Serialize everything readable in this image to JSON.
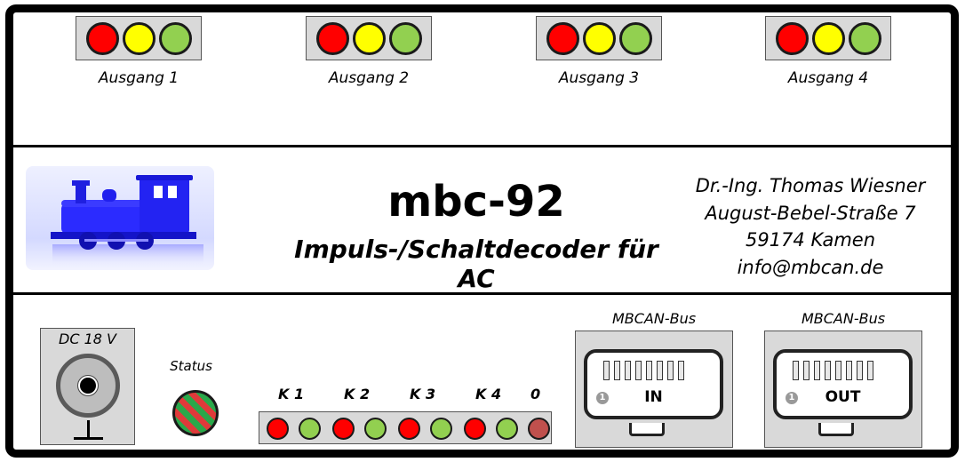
{
  "colors": {
    "red": "#ff0000",
    "yellow": "#ffff00",
    "green": "#92d050",
    "dim_red": "#c0504d",
    "panel_gray": "#d9d9d9",
    "loco_blue": "#2b2bff"
  },
  "outputs": [
    {
      "label": "Ausgang 1"
    },
    {
      "label": "Ausgang 2"
    },
    {
      "label": "Ausgang 3"
    },
    {
      "label": "Ausgang 4"
    }
  ],
  "product": {
    "name": "mbc-92",
    "description": "Impuls-/Schaltdecoder für AC"
  },
  "address": {
    "line1": "Dr.-Ing. Thomas Wiesner",
    "line2": "August-Bebel-Straße 7",
    "line3": "59174 Kamen",
    "line4": "info@mbcan.de"
  },
  "power": {
    "label": "DC 18 V"
  },
  "status": {
    "label": "Status"
  },
  "channels": {
    "labels": [
      "K 1",
      "K 2",
      "K 3",
      "K 4",
      "0"
    ]
  },
  "bus_in": {
    "label": "MBCAN-Bus",
    "port": "IN",
    "pin": "1"
  },
  "bus_out": {
    "label": "MBCAN-Bus",
    "port": "OUT",
    "pin": "1"
  }
}
